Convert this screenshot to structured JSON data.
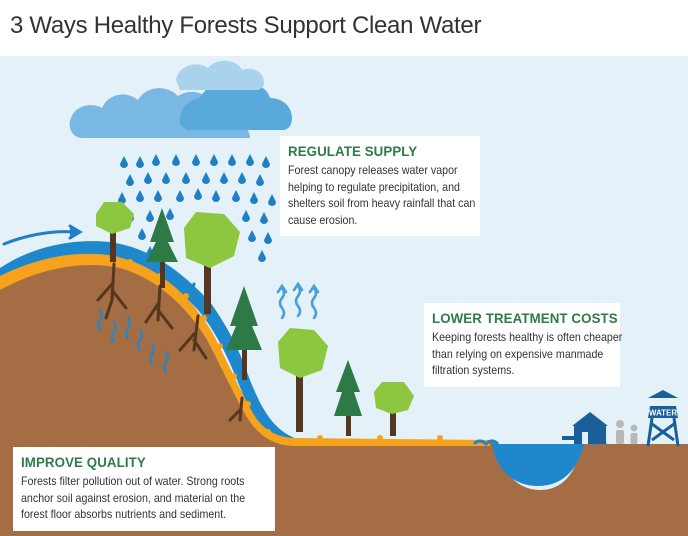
{
  "title": "3 Ways Healthy Forests Support Clean Water",
  "cards": {
    "regulate_supply": {
      "heading": "REGULATE SUPPLY",
      "text": "Forest canopy releases water vapor helping to regulate precipitation, and shelters soil from heavy rainfall that can cause erosion."
    },
    "lower_costs": {
      "heading": "LOWER TREATMENT COSTS",
      "text": "Keeping forests healthy is often cheaper than relying on expensive manmade filtration systems."
    },
    "improve_quality": {
      "heading": "IMPROVE QUALITY",
      "text": "Forests filter pollution out of water. Strong roots anchor soil against erosion, and material on the forest floor absorbs nutrients and sediment."
    }
  },
  "tower_label": "WATER",
  "colors": {
    "sky": "#e4f1f8",
    "cloud": "#5aa9db",
    "rain": "#1f7fc3",
    "water": "#1f88cc",
    "soil": "#a46d44",
    "leaf_layer": "#f7a21c",
    "leaf_green": "#8dc63f",
    "pine_green": "#2d7a47",
    "trunk": "#55361e",
    "vapor": "#4a9fd8",
    "heading_green": "#2e7a4a",
    "house": "#1b5f9a",
    "people": "#b8b8b8"
  }
}
